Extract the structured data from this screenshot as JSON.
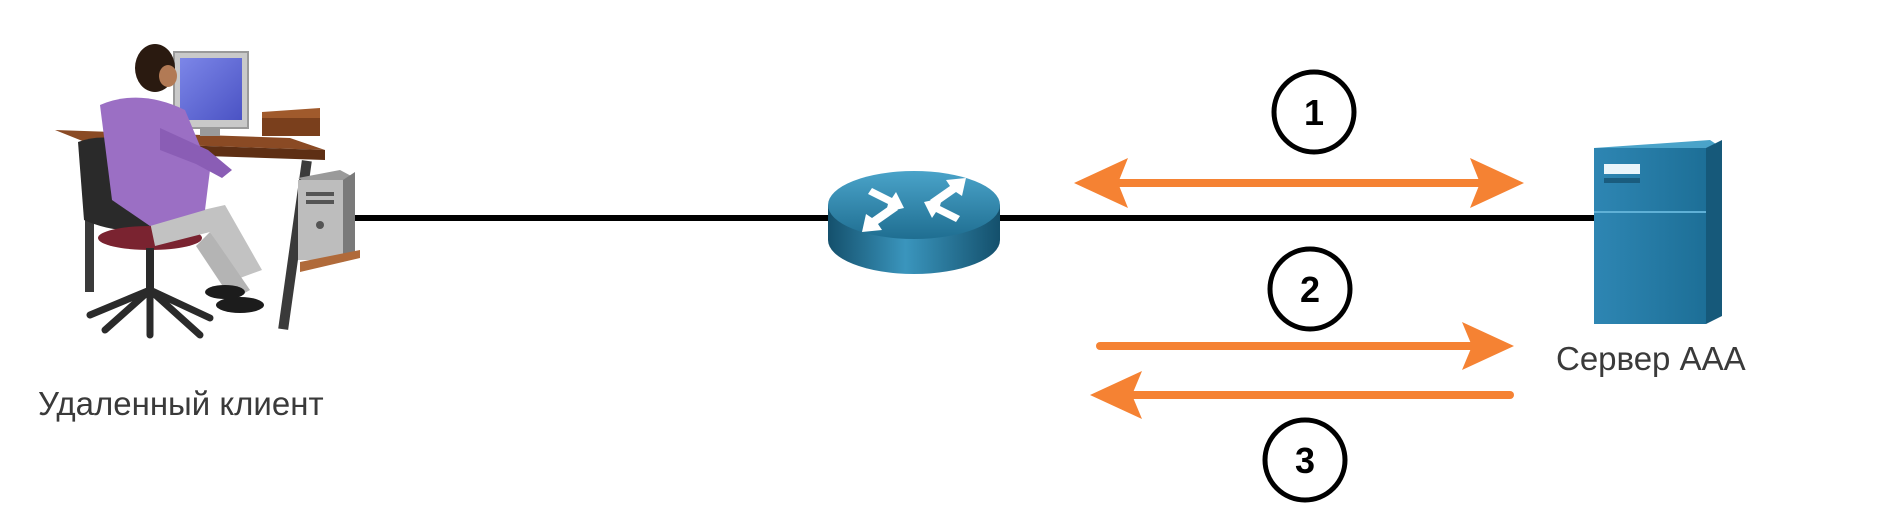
{
  "nodes": {
    "client": {
      "label": "Удаленный клиент",
      "icon": "person-at-workstation-icon"
    },
    "router": {
      "icon": "router-icon"
    },
    "server": {
      "label": "Сервер AAA",
      "icon": "server-icon"
    }
  },
  "steps": [
    {
      "number": "1",
      "direction": "bidirectional"
    },
    {
      "number": "2",
      "direction": "router-to-server"
    },
    {
      "number": "3",
      "direction": "server-to-router"
    }
  ],
  "colors": {
    "link": "#000000",
    "arrow": "#F58233",
    "router": "#1F6E91",
    "server": "#2A7BA5",
    "shirt": "#9B6FC4",
    "label_text": "#3A3A3A"
  }
}
